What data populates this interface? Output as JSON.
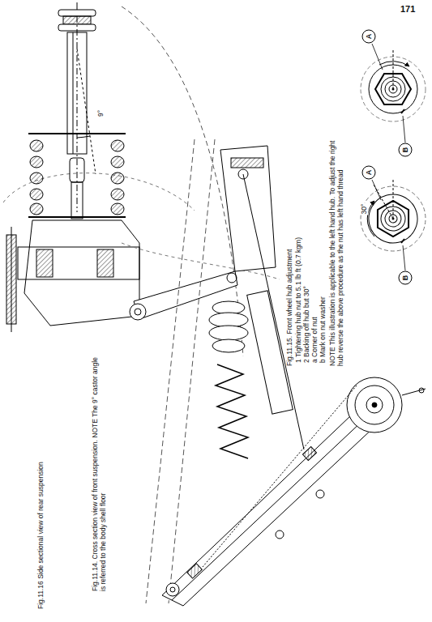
{
  "diagram": {
    "labels": [
      "171",
      "A",
      "B",
      "A",
      "B",
      "30°",
      "Fig.11.15. Front wheel hub adjustment",
      "1 Tightening hub nut to 5.1 lb ft (0.7 kgm)",
      "2 Backing off hub but 30°",
      "a Corner of nut",
      "b Mark on nut washer",
      "NOTE This illustration is applicable to the left hand hub. To adjust the right hub reverse the above procedure as the nut has left hand thread",
      "9°",
      "Fig.11.14. Cross section view of front suspension. NOTE The 9° castor angle is referred to the body shell floor",
      "Fig.11.16 Side sectional view of rear suspension"
    ]
  }
}
